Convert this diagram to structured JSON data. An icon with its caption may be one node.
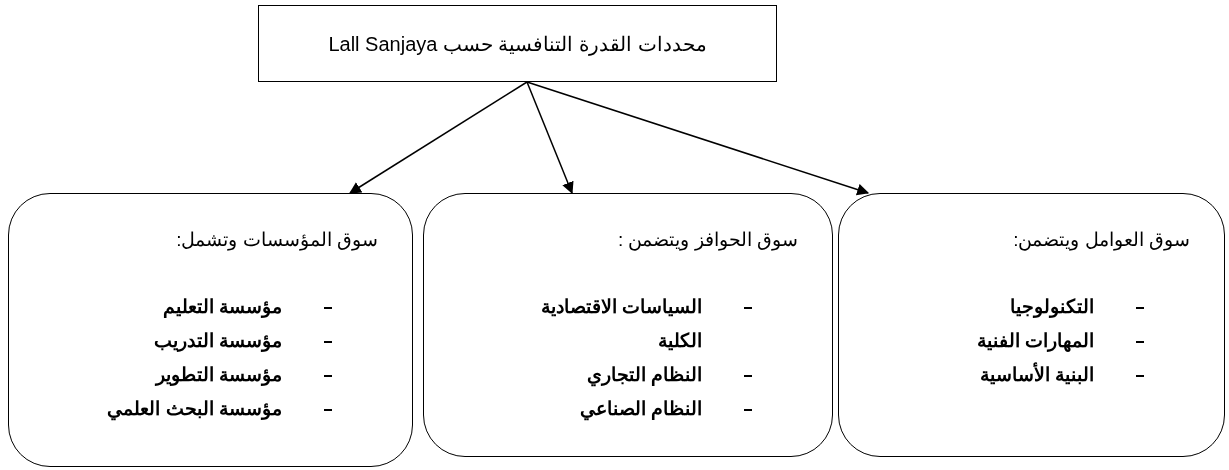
{
  "diagram": {
    "nodes": [
      {
        "text": [
          "محددات القدرة التنافسية حسب Lall Sanjaya"
        ]
      },
      {
        "text": [
          "سوق العوامل ويتضمن:",
          "التكنولوجيا",
          "المهارات الفنية",
          "البنية الأساسية"
        ]
      },
      {
        "text": [
          "سوق الحوافز ويتضمن :",
          "السياسات الاقتصادية الكلية",
          "النظام التجاري",
          "النظام الصناعي"
        ]
      },
      {
        "text": [
          "سوق المؤسسات وتشمل:",
          "مؤسسة التعليم",
          "مؤسسة التدريب",
          "مؤسسة التطوير",
          "مؤسسة البحث العلمي"
        ]
      }
    ],
    "edges": [
      {
        "from": 0,
        "to": 3,
        "arrow": "to"
      },
      {
        "from": 0,
        "to": 2,
        "arrow": "to"
      },
      {
        "from": 0,
        "to": 1,
        "arrow": "to"
      }
    ]
  }
}
